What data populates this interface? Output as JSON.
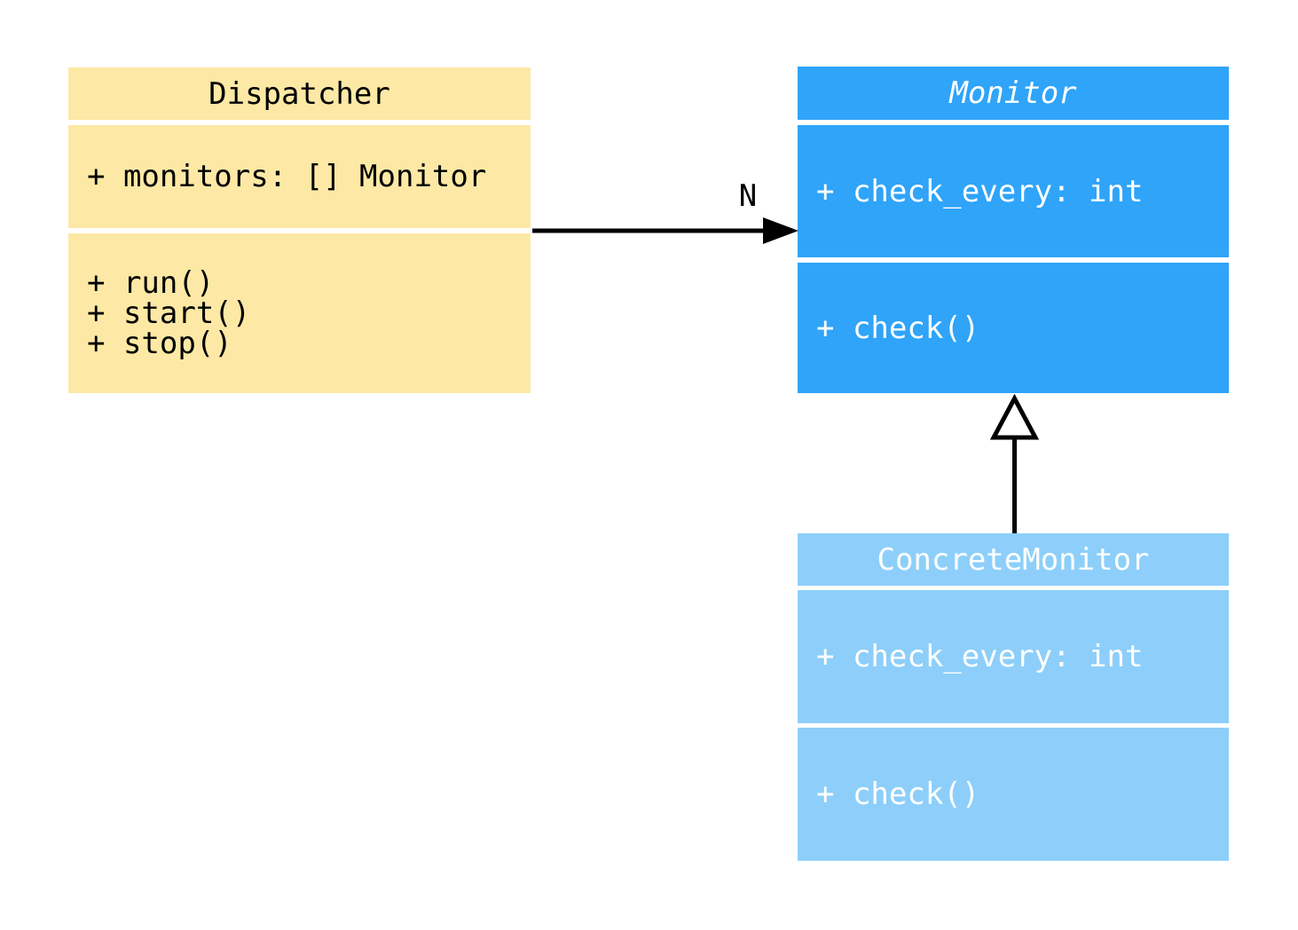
{
  "diagram": {
    "type": "uml-class-diagram",
    "background_color": "#ffffff",
    "classes": [
      {
        "name": "Dispatcher",
        "abstract": false,
        "fill_color": "#FDE9A5",
        "text_color": "#000000",
        "attributes": [
          "+ monitors: [] Monitor"
        ],
        "methods": [
          "+ run()",
          "+ start()",
          "+ stop()"
        ]
      },
      {
        "name": "Monitor",
        "abstract": true,
        "fill_color": "#2FA4F9",
        "text_color": "#ffffff",
        "attributes": [
          "+ check_every: int"
        ],
        "methods": [
          "+ check()"
        ]
      },
      {
        "name": "ConcreteMonitor",
        "abstract": false,
        "fill_color": "#8DCFFA",
        "text_color": "#ffffff",
        "attributes": [
          "+ check_every: int"
        ],
        "methods": [
          "+ check()"
        ]
      }
    ],
    "relations": [
      {
        "type": "association",
        "from": "Dispatcher",
        "to": "Monitor",
        "label": "N",
        "line_color": "#000000"
      },
      {
        "type": "inheritance",
        "from": "ConcreteMonitor",
        "to": "Monitor",
        "label": "",
        "line_color": "#000000"
      }
    ]
  }
}
